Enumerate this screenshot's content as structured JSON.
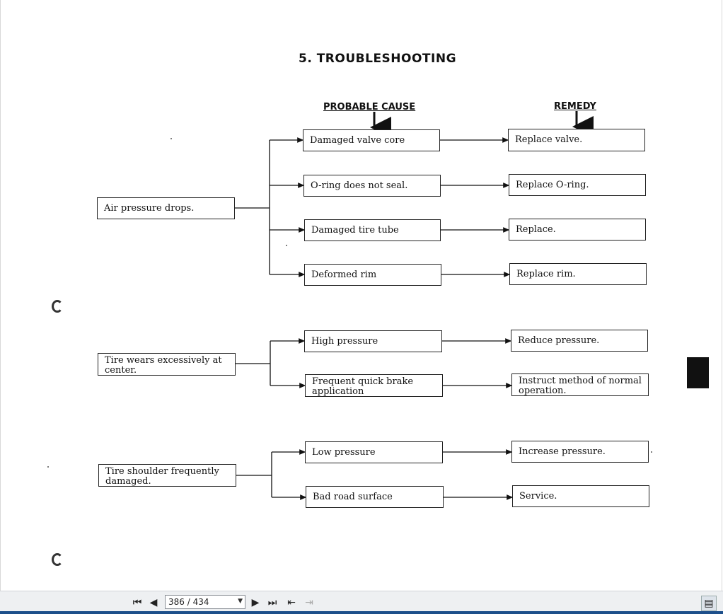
{
  "document": {
    "title": "5. TROUBLESHOOTING",
    "column_headers": {
      "cause": "PROBABLE CAUSE",
      "remedy": "REMEDY"
    },
    "groups": [
      {
        "symptom": "Air pressure drops.",
        "rows": [
          {
            "cause": "Damaged valve core",
            "remedy": "Replace valve."
          },
          {
            "cause": "O-ring does not seal.",
            "remedy": "Replace O-ring."
          },
          {
            "cause": "Damaged tire tube",
            "remedy": "Replace."
          },
          {
            "cause": "Deformed rim",
            "remedy": "Replace rim."
          }
        ]
      },
      {
        "symptom": "Tire wears excessively at center.",
        "rows": [
          {
            "cause": "High pressure",
            "remedy": "Reduce pressure."
          },
          {
            "cause": "Frequent quick brake application",
            "remedy": "Instruct method of normal operation."
          }
        ]
      },
      {
        "symptom": "Tire shoulder frequently damaged.",
        "rows": [
          {
            "cause": "Low pressure",
            "remedy": "Increase pressure."
          },
          {
            "cause": "Bad road surface",
            "remedy": "Service."
          }
        ]
      }
    ]
  },
  "toolbar": {
    "page_indicator": "386 / 434",
    "buttons": [
      {
        "name": "first-page-icon",
        "glyph": "⏮"
      },
      {
        "name": "previous-page-icon",
        "glyph": "◀"
      },
      {
        "name": "next-page-icon",
        "glyph": "▶"
      },
      {
        "name": "last-page-icon",
        "glyph": "⏭"
      },
      {
        "name": "previous-view-icon",
        "glyph": "⇤"
      },
      {
        "name": "next-view-icon",
        "glyph": "⇥"
      },
      {
        "name": "page-view-icon",
        "glyph": "▤"
      }
    ]
  },
  "colors": {
    "toolbar_bg": "#eef0f2",
    "accent": "#1d4f8a",
    "ink": "#111111"
  }
}
